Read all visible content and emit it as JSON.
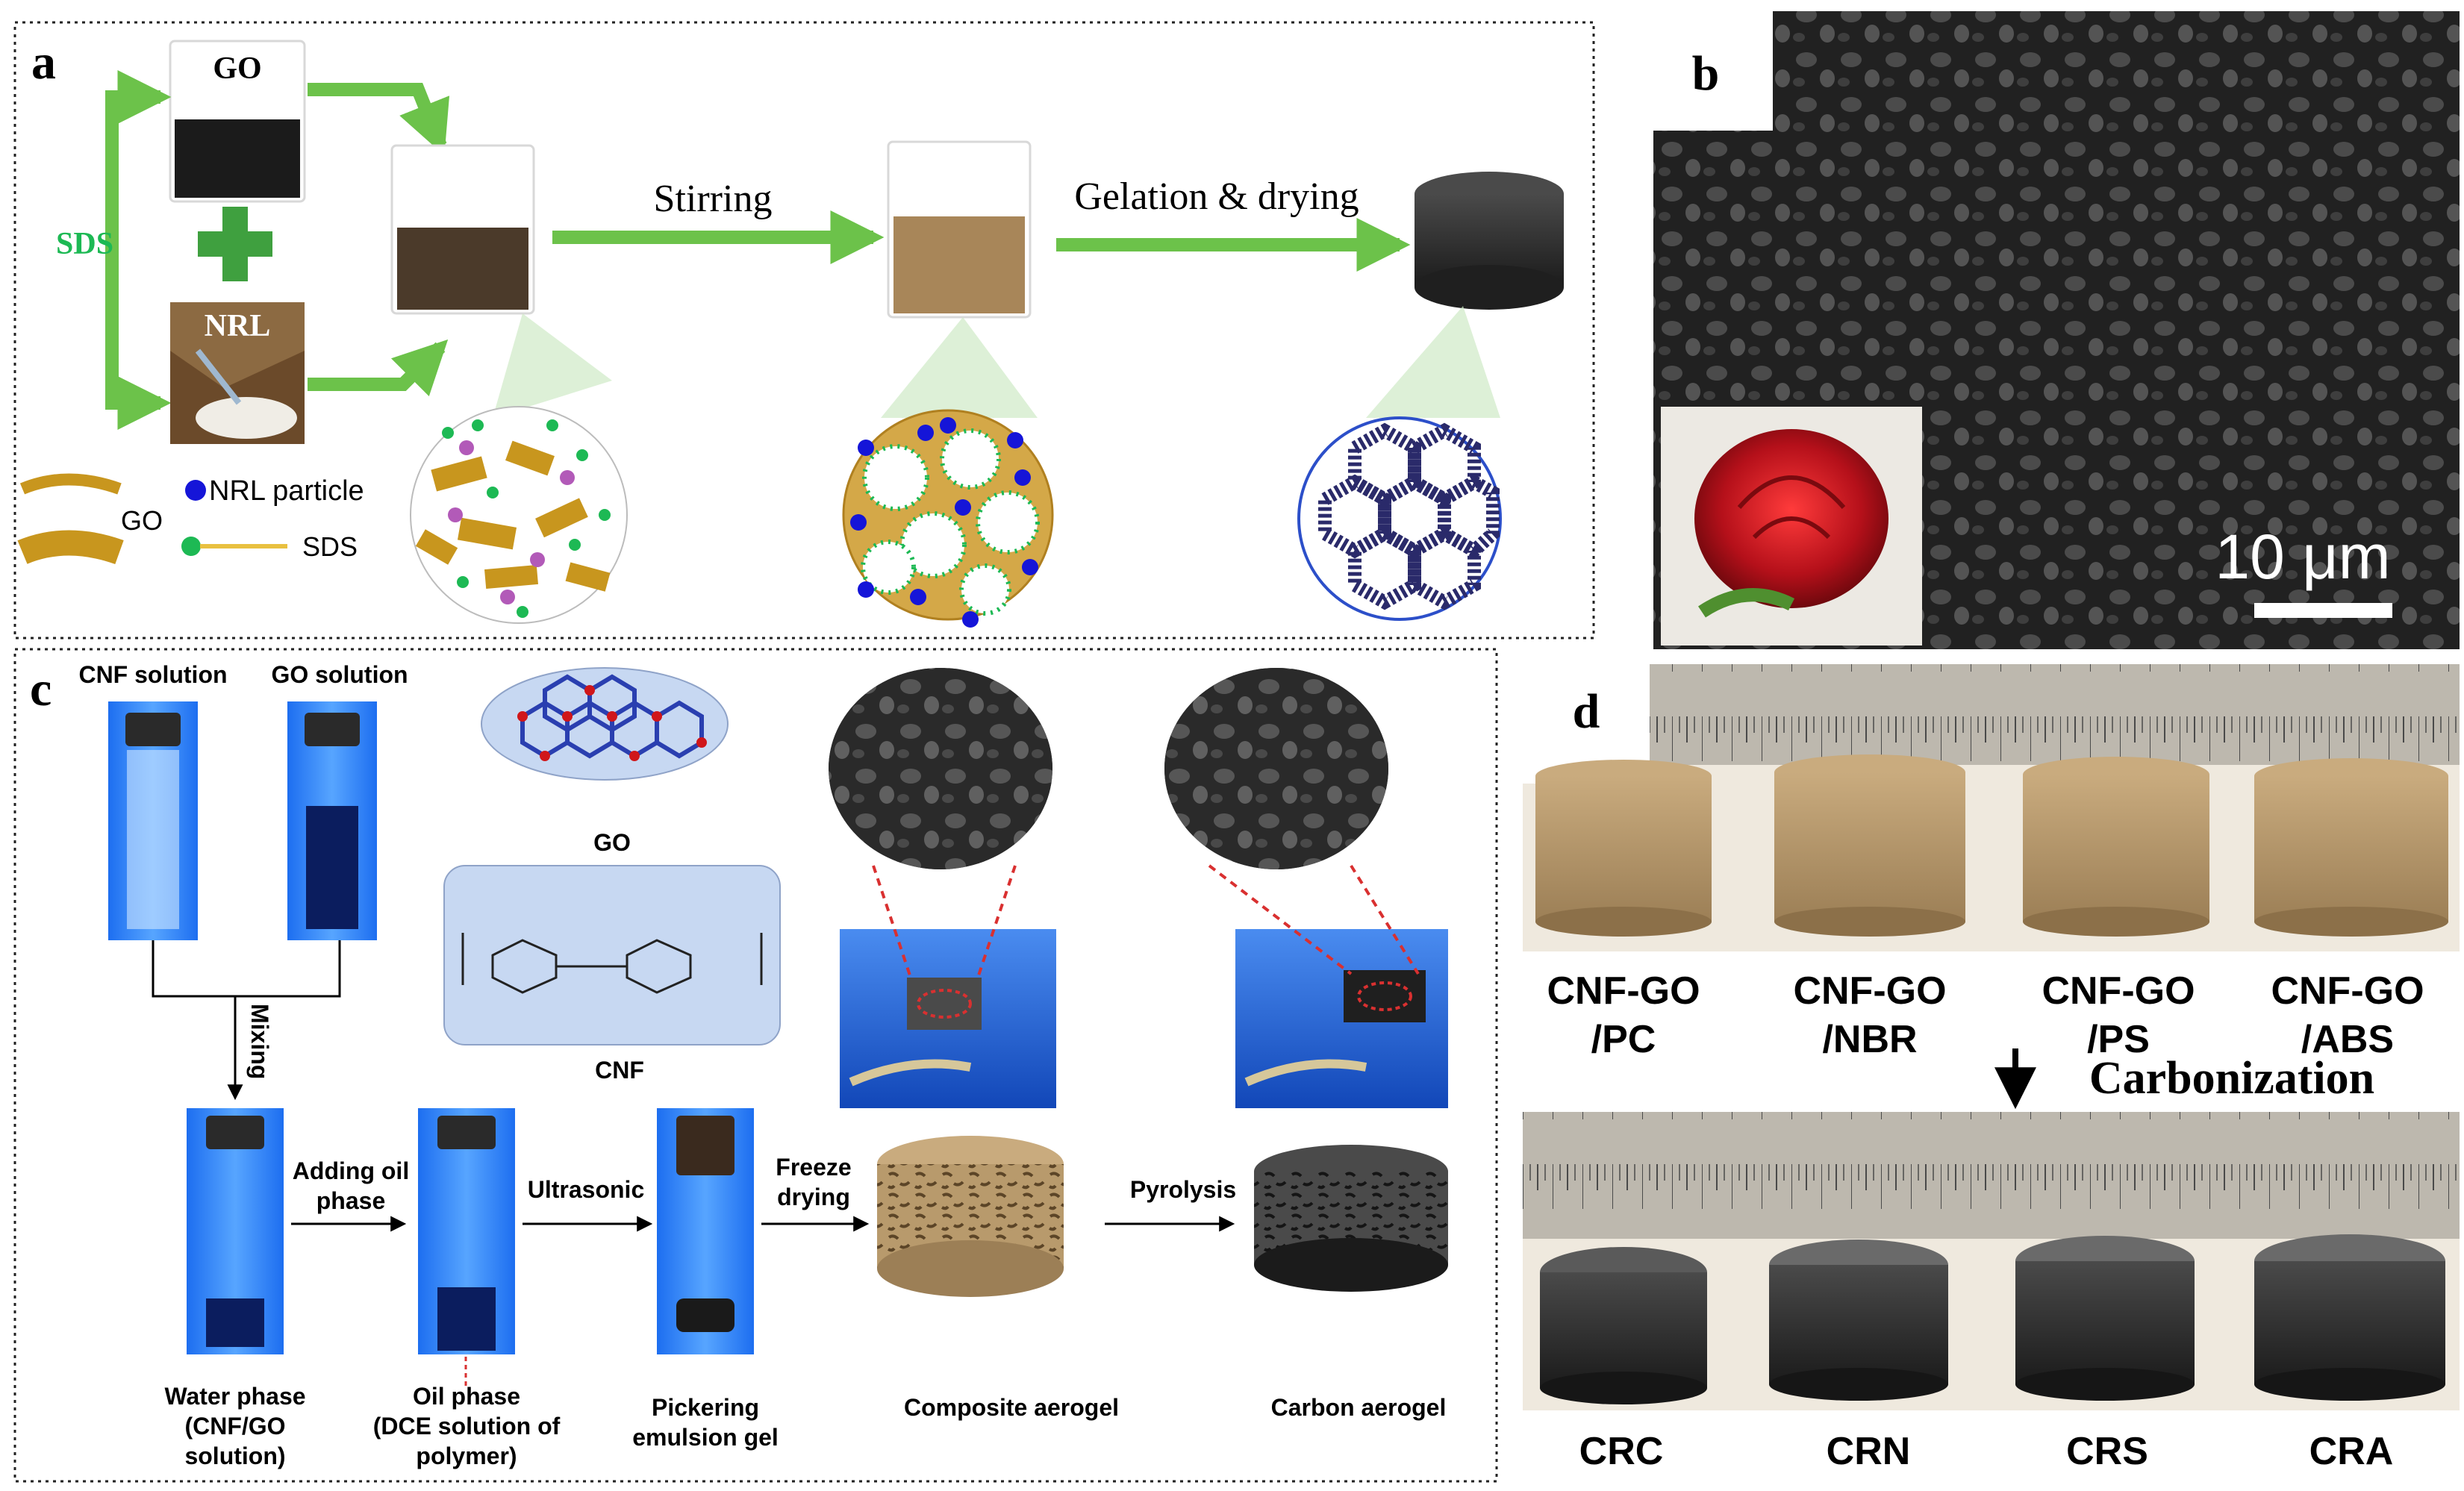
{
  "panels": {
    "a": {
      "letter": "a",
      "go_label": "GO",
      "nrl_label": "NRL",
      "sds_label": "SDS",
      "stirring": "Stirring",
      "gelation": "Gelation & drying",
      "legend": {
        "nrl_particle": "NRL particle",
        "go": "GO",
        "sds": "SDS"
      }
    },
    "b": {
      "letter": "b",
      "scale_bar": "10 μm"
    },
    "c": {
      "letter": "c",
      "cnf_solution": "CNF solution",
      "go_solution": "GO solution",
      "go_struct_label": "GO",
      "cnf_struct_label": "CNF",
      "mixing": "Mixing",
      "adding_oil_1": "Adding oil",
      "adding_oil_2": "phase",
      "ultrasonic": "Ultrasonic",
      "freeze_1": "Freeze",
      "freeze_2": "drying",
      "pyrolysis": "Pyrolysis",
      "water_phase": [
        "Water phase",
        "(CNF/GO",
        "solution)"
      ],
      "oil_phase": [
        "Oil phase",
        "(DCE solution of",
        "polymer)"
      ],
      "pickering": [
        "Pickering",
        "emulsion gel"
      ],
      "composite": "Composite aerogel",
      "carbon": "Carbon aerogel"
    },
    "d": {
      "letter": "d",
      "top_samples": [
        {
          "line1": "CNF-GO",
          "line2": "/PC"
        },
        {
          "line1": "CNF-GO",
          "line2": "/NBR"
        },
        {
          "line1": "CNF-GO",
          "line2": "/PS"
        },
        {
          "line1": "CNF-GO",
          "line2": "/ABS"
        }
      ],
      "carbonization": "Carbonization",
      "bottom_samples": [
        "CRC",
        "CRN",
        "CRS",
        "CRA"
      ]
    }
  },
  "colors": {
    "arrow_green": "#6cc24a",
    "sds_green": "#1db954",
    "nrl_blue": "#1515d8",
    "go_gold": "#c8961e",
    "dark_liquid": "#1b1b1b",
    "blue_bg": "#1f5fd6",
    "sem_gray": "#6e6e6e",
    "rose_red": "#c4121a",
    "foam_tan": "#a88c62",
    "carbon_black": "#2a2a2a"
  },
  "icons": {
    "plus": "green-plus-icon",
    "flow_arrow": "green-arrow-icon",
    "down_arrow": "black-down-arrow-icon"
  }
}
